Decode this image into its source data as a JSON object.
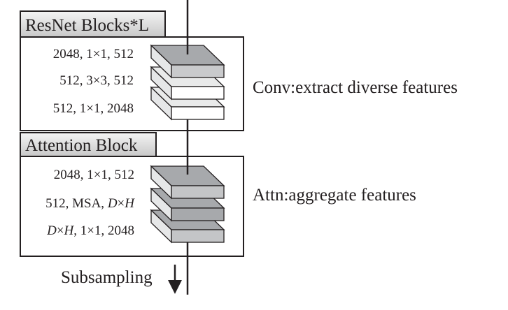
{
  "colors": {
    "stroke": "#231f20",
    "tab_fill_top": "#f2f2f2",
    "tab_fill_bottom": "#cfcfcf",
    "conv_top_dark": "#a7a9ac",
    "conv_front_dark": "#c9cacc",
    "side_face": "#e6e7e8",
    "light_top": "#e9eaea",
    "white": "#ffffff",
    "attn_top": "#a7a9ac",
    "attn_front": "#c4c5c7",
    "attn_mid_front": "#a7a9ac"
  },
  "resnet_block": {
    "title": "ResNet Blocks*L",
    "layers": [
      {
        "spec": [
          "2048, 1×1, 512"
        ],
        "shade": "dark"
      },
      {
        "spec": [
          "512, 3×3, 512"
        ],
        "shade": "light"
      },
      {
        "spec": [
          "512, 1×1, 2048"
        ],
        "shade": "light"
      }
    ],
    "description": "Conv:extract diverse features"
  },
  "attention_block": {
    "title": "Attention Block",
    "layers": [
      {
        "parts": [
          {
            "t": "2048, 1×1, 512",
            "i": false
          }
        ]
      },
      {
        "parts": [
          {
            "t": "512, MSA, ",
            "i": false
          },
          {
            "t": "D",
            "i": true
          },
          {
            "t": "×",
            "i": false
          },
          {
            "t": "H",
            "i": true
          }
        ]
      },
      {
        "parts": [
          {
            "t": "D",
            "i": true
          },
          {
            "t": "×",
            "i": false
          },
          {
            "t": "H",
            "i": true
          },
          {
            "t": ", 1×1, 2048",
            "i": false
          }
        ]
      }
    ],
    "description": "Attn:aggregate features"
  },
  "subsampling": {
    "label": "Subsampling",
    "arrow_icon": "down-arrow-icon"
  }
}
